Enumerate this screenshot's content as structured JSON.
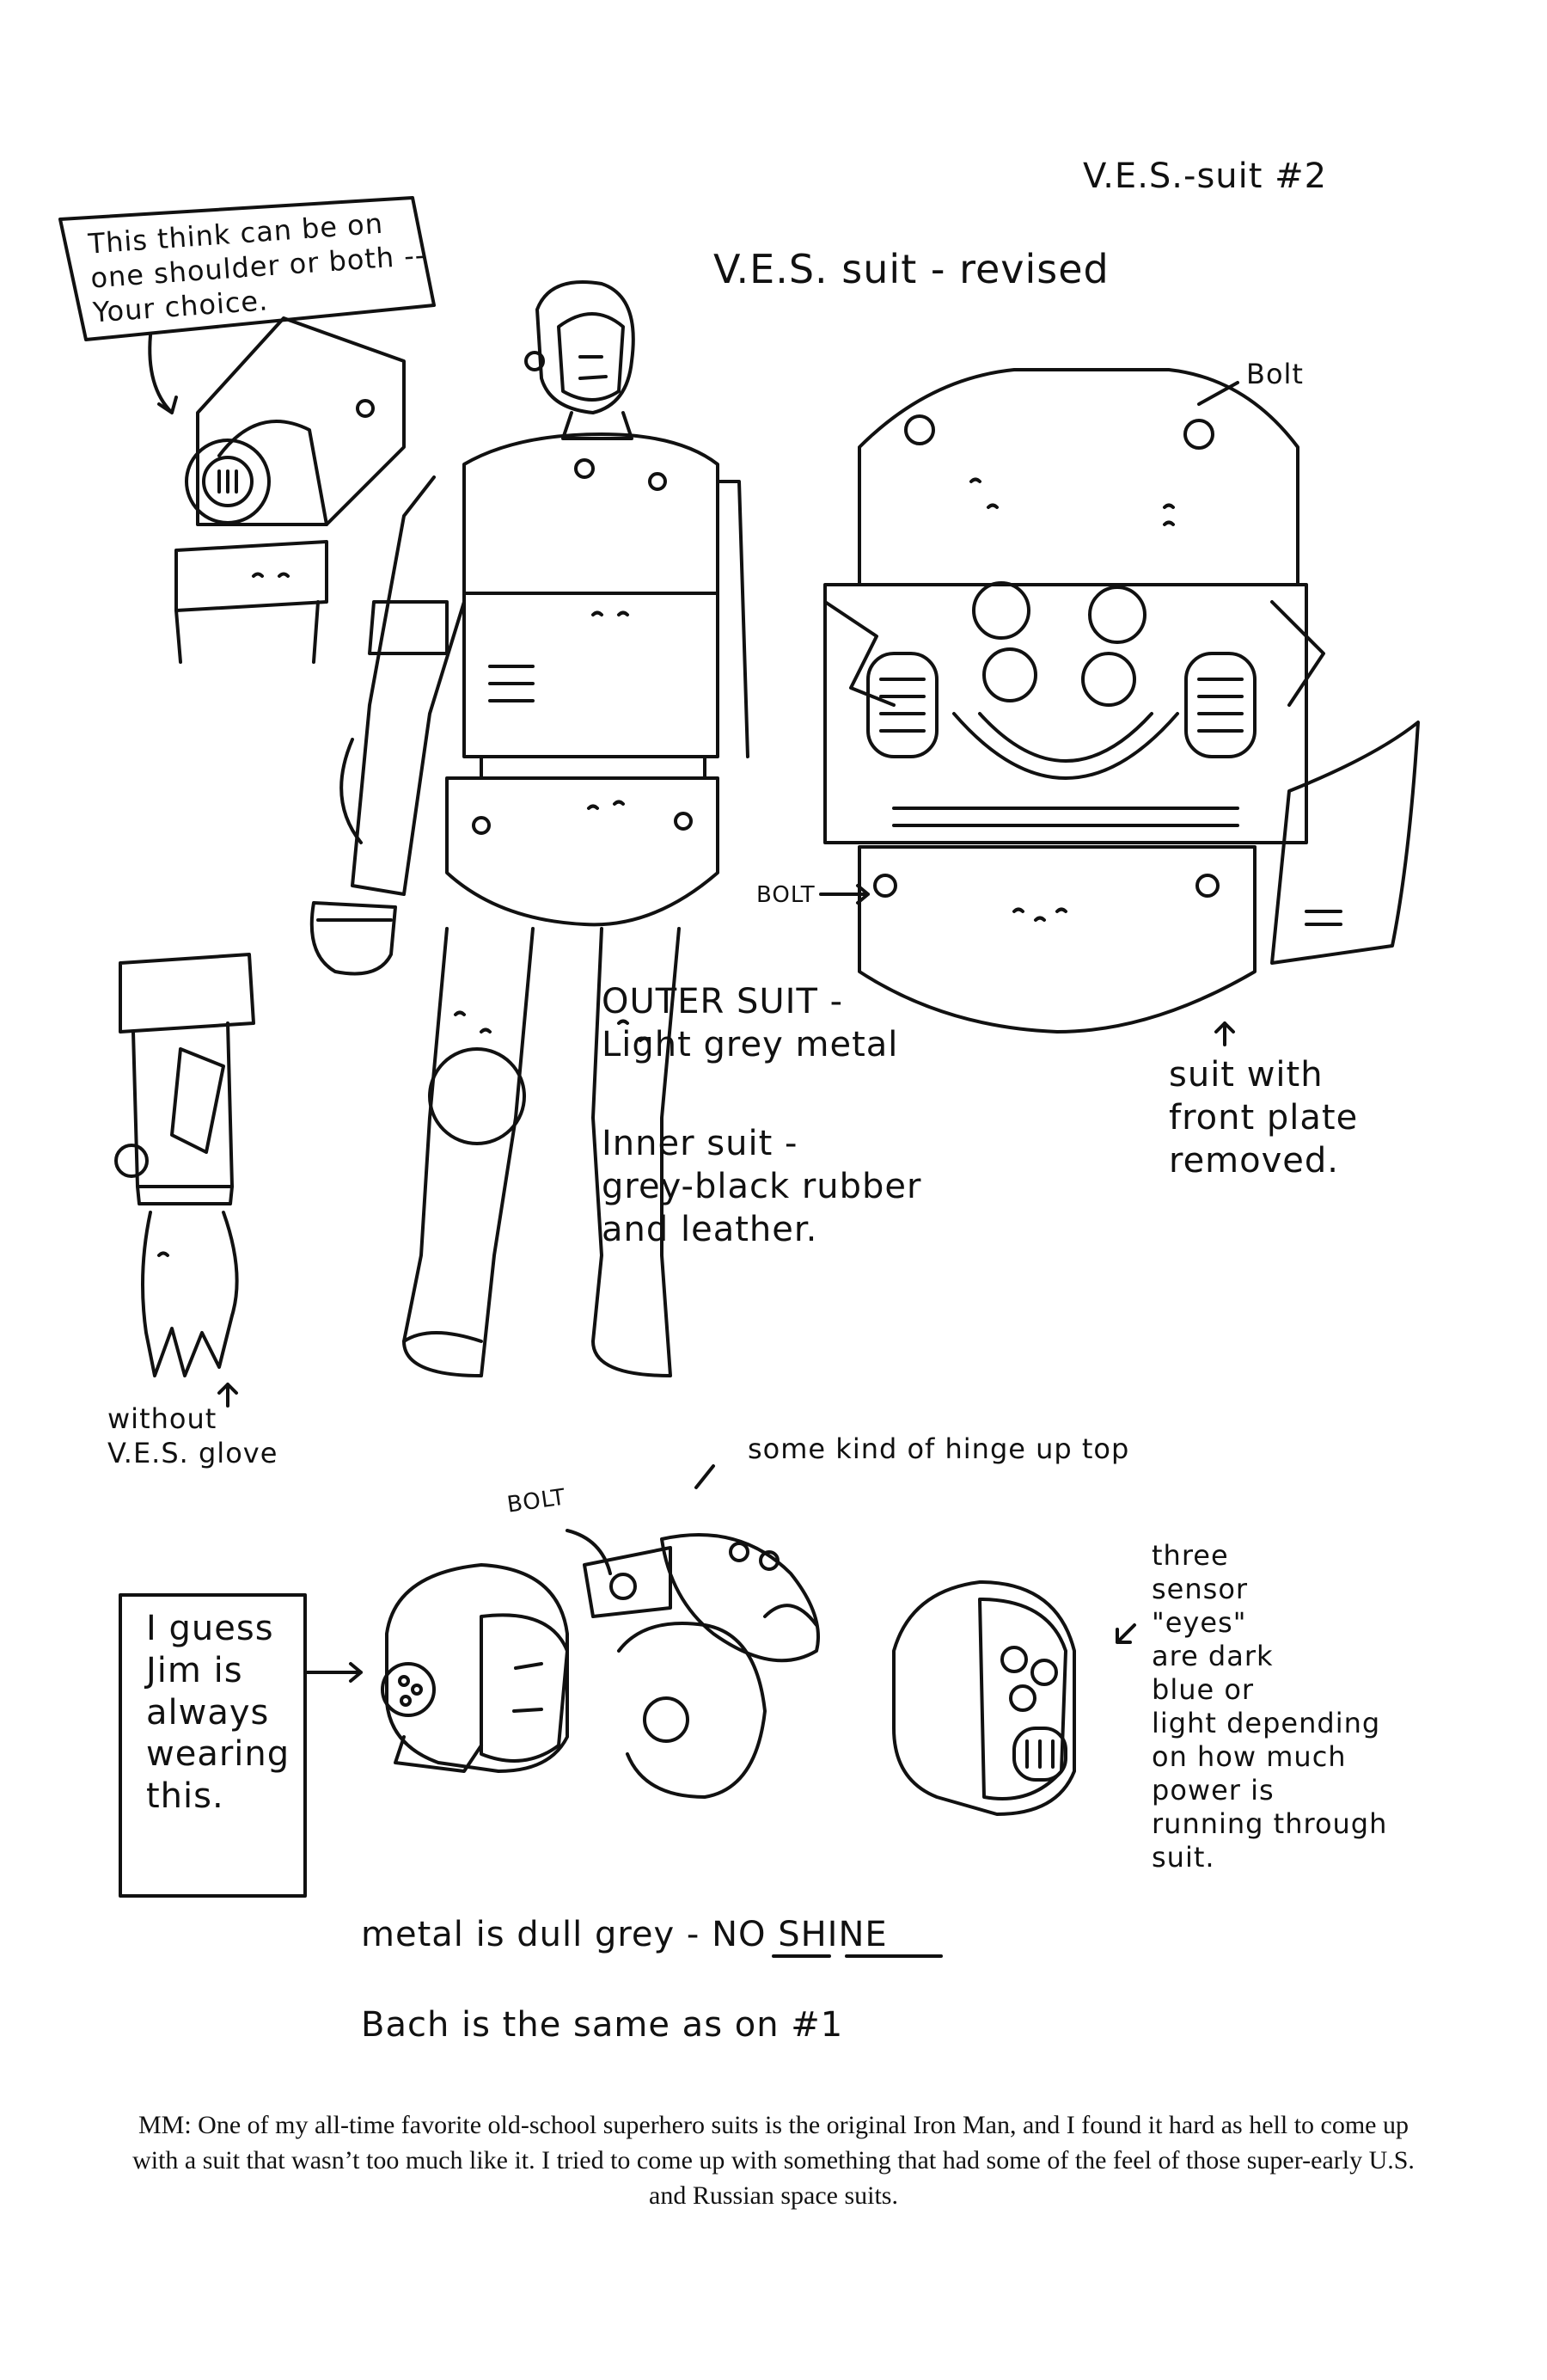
{
  "header": {
    "page_tag": "V.E.S.-suit #2",
    "main_title": "V.E.S. suit - revised"
  },
  "notes": {
    "shoulder_box": "This think can be on\none shoulder or both --\nYour choice.",
    "bolt_top": "Bolt",
    "bolt_mid": "BOLT",
    "outer_suit": "OUTER SUIT -\nLight grey metal",
    "inner_suit": "Inner suit -\ngrey-black rubber\nand leather.",
    "front_plate": "suit with\nfront plate\nremoved.",
    "without_glove": "without\nV.E.S. glove",
    "hinge": "some kind of hinge up top",
    "bolt_helmet": "BOLT",
    "jim_box": "I guess\nJim is\nalways\nwearing\nthis.",
    "sensor_eyes": "three\nsensor\n\"eyes\"\nare dark\nblue or\nlight depending\non how much\npower is\nrunning through\nsuit.",
    "metal_prefix": "metal is dull grey - ",
    "metal_no": "NO",
    "metal_shine": "SHINE",
    "back": "Bach is the same as on #1"
  },
  "caption": "MM: One of my all-time favorite old-school superhero suits is the original Iron Man, and I found it hard as hell to come up with a suit that wasn’t too much like it. I tried to come up with something that had some of the feel of those super-early U.S. and Russian space suits."
}
